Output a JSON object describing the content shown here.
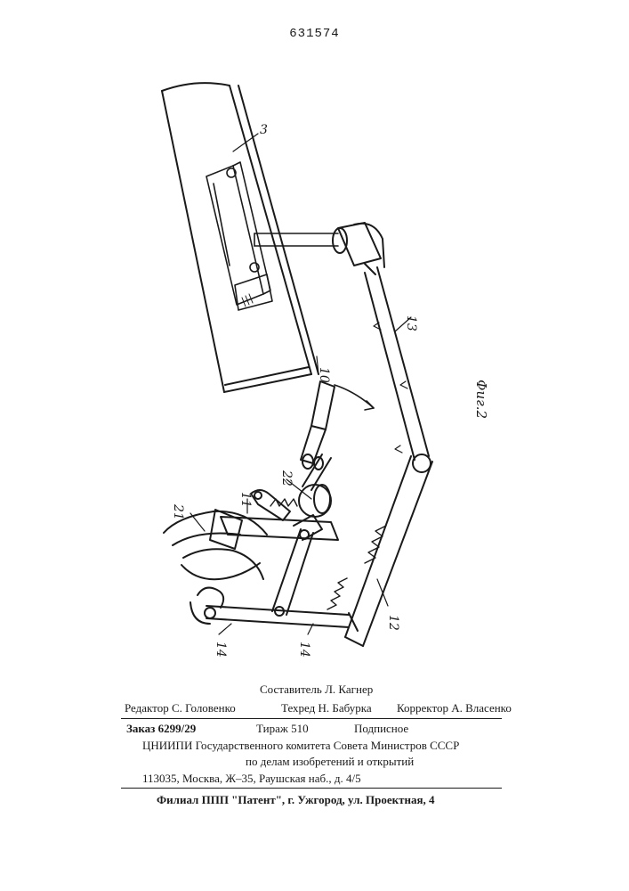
{
  "header": {
    "patent_number": "631574"
  },
  "figure": {
    "caption": "Фиг.2",
    "labels": [
      "3",
      "10",
      "13",
      "22",
      "11",
      "21",
      "12",
      "14",
      "14"
    ]
  },
  "colophon": {
    "compiler": "Составитель Л. Кагнер",
    "editor": "Редактор С. Головенко",
    "techred": "Техред Н. Бабурка",
    "corrector": "Корректор А. Власенко",
    "order": "Заказ 6299/29",
    "circulation": "Тираж 510",
    "subscription": "Подписное",
    "institute_line1": "ЦНИИПИ Государственного комитета Совета Министров СССР",
    "institute_line2": "по делам изобретений и открытий",
    "address": "113035, Москва, Ж–35, Раушская наб., д. 4/5",
    "branch": "Филиал ППП \"Патент\", г. Ужгород, ул. Проектная, 4"
  }
}
